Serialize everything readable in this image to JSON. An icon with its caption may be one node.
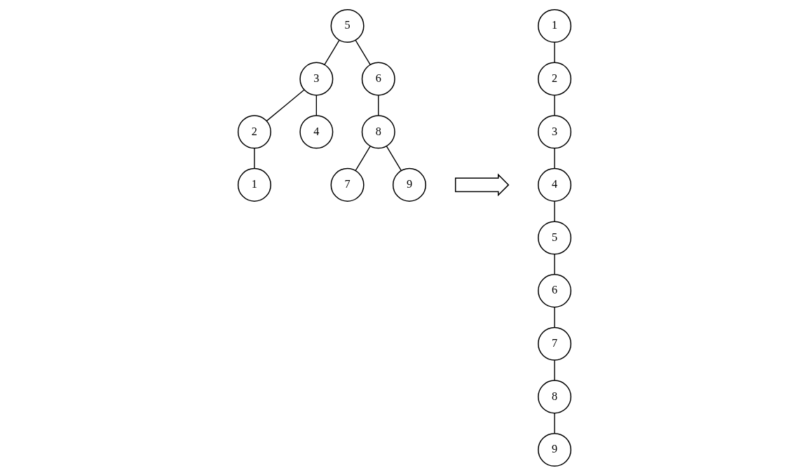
{
  "diagram": {
    "nodes": [
      {
        "text": [
          "5"
        ]
      },
      {
        "text": [
          "3"
        ]
      },
      {
        "text": [
          "6"
        ]
      },
      {
        "text": [
          "2"
        ]
      },
      {
        "text": [
          "4"
        ]
      },
      {
        "text": [
          "8"
        ]
      },
      {
        "text": [
          "1"
        ]
      },
      {
        "text": [
          "7"
        ]
      },
      {
        "text": [
          "9"
        ]
      },
      {
        "text": [],
        "shape": "arrow"
      },
      {
        "text": [
          "1"
        ]
      },
      {
        "text": [
          "2"
        ]
      },
      {
        "text": [
          "3"
        ]
      },
      {
        "text": [
          "4"
        ]
      },
      {
        "text": [
          "5"
        ]
      },
      {
        "text": [
          "6"
        ]
      },
      {
        "text": [
          "7"
        ]
      },
      {
        "text": [
          "8"
        ]
      },
      {
        "text": [
          "9"
        ]
      }
    ],
    "edges": [
      {
        "from": 0,
        "to": 1,
        "arrow": "none"
      },
      {
        "from": 0,
        "to": 2,
        "arrow": "none"
      },
      {
        "from": 1,
        "to": 3,
        "arrow": "none"
      },
      {
        "from": 1,
        "to": 4,
        "arrow": "none"
      },
      {
        "from": 2,
        "to": 5,
        "arrow": "none"
      },
      {
        "from": 3,
        "to": 6,
        "arrow": "none"
      },
      {
        "from": 5,
        "to": 7,
        "arrow": "none"
      },
      {
        "from": 5,
        "to": 8,
        "arrow": "none"
      },
      {
        "from": 10,
        "to": 11,
        "arrow": "none"
      },
      {
        "from": 11,
        "to": 12,
        "arrow": "none"
      },
      {
        "from": 12,
        "to": 13,
        "arrow": "none"
      },
      {
        "from": 13,
        "to": 14,
        "arrow": "none"
      },
      {
        "from": 14,
        "to": 15,
        "arrow": "none"
      },
      {
        "from": 15,
        "to": 16,
        "arrow": "none"
      },
      {
        "from": 16,
        "to": 17,
        "arrow": "none"
      },
      {
        "from": 17,
        "to": 18,
        "arrow": "none"
      }
    ]
  }
}
